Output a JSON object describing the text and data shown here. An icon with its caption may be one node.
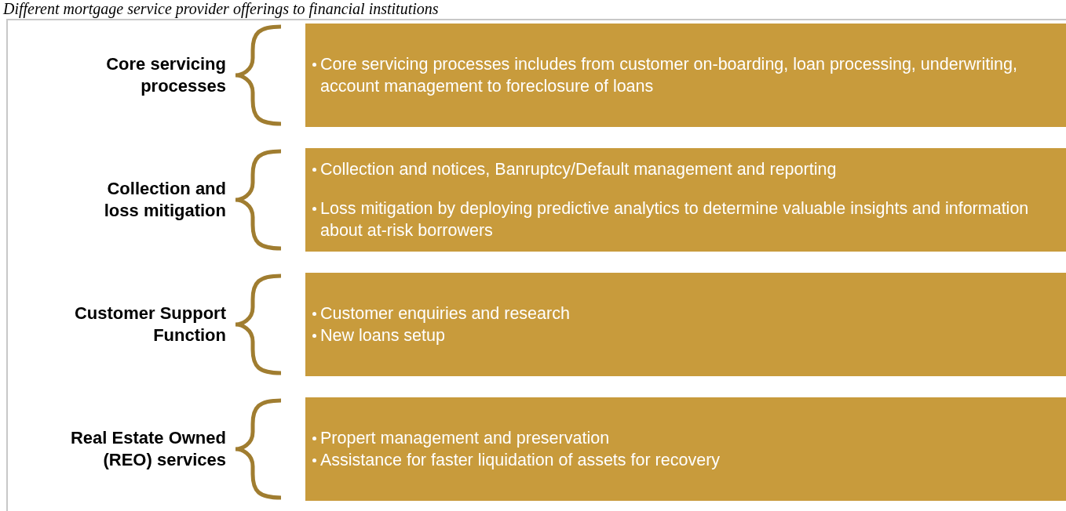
{
  "diagram": {
    "title": "Different mortgage service provider offerings to financial institutions",
    "nodes": [
      {
        "text": [
          "Core servicing processes includes from customer on-boarding, loan processing, underwriting, account management to foreclosure of loans"
        ]
      },
      {
        "text": [
          "Collection and notices, Banruptcy/Default management and reporting",
          "Loss mitigation by deploying predictive analytics to determine valuable insights and information about at-risk borrowers"
        ]
      },
      {
        "text": [
          "Customer enquiries and research",
          "New loans setup"
        ]
      },
      {
        "text": [
          "Propert management and preservation",
          "Assistance for faster liquidation of assets for recovery"
        ]
      }
    ],
    "labels": [
      "Core servicing processes",
      "Collection and loss mitigation",
      "Customer Support Function",
      "Real Estate Owned (REO) services"
    ]
  }
}
